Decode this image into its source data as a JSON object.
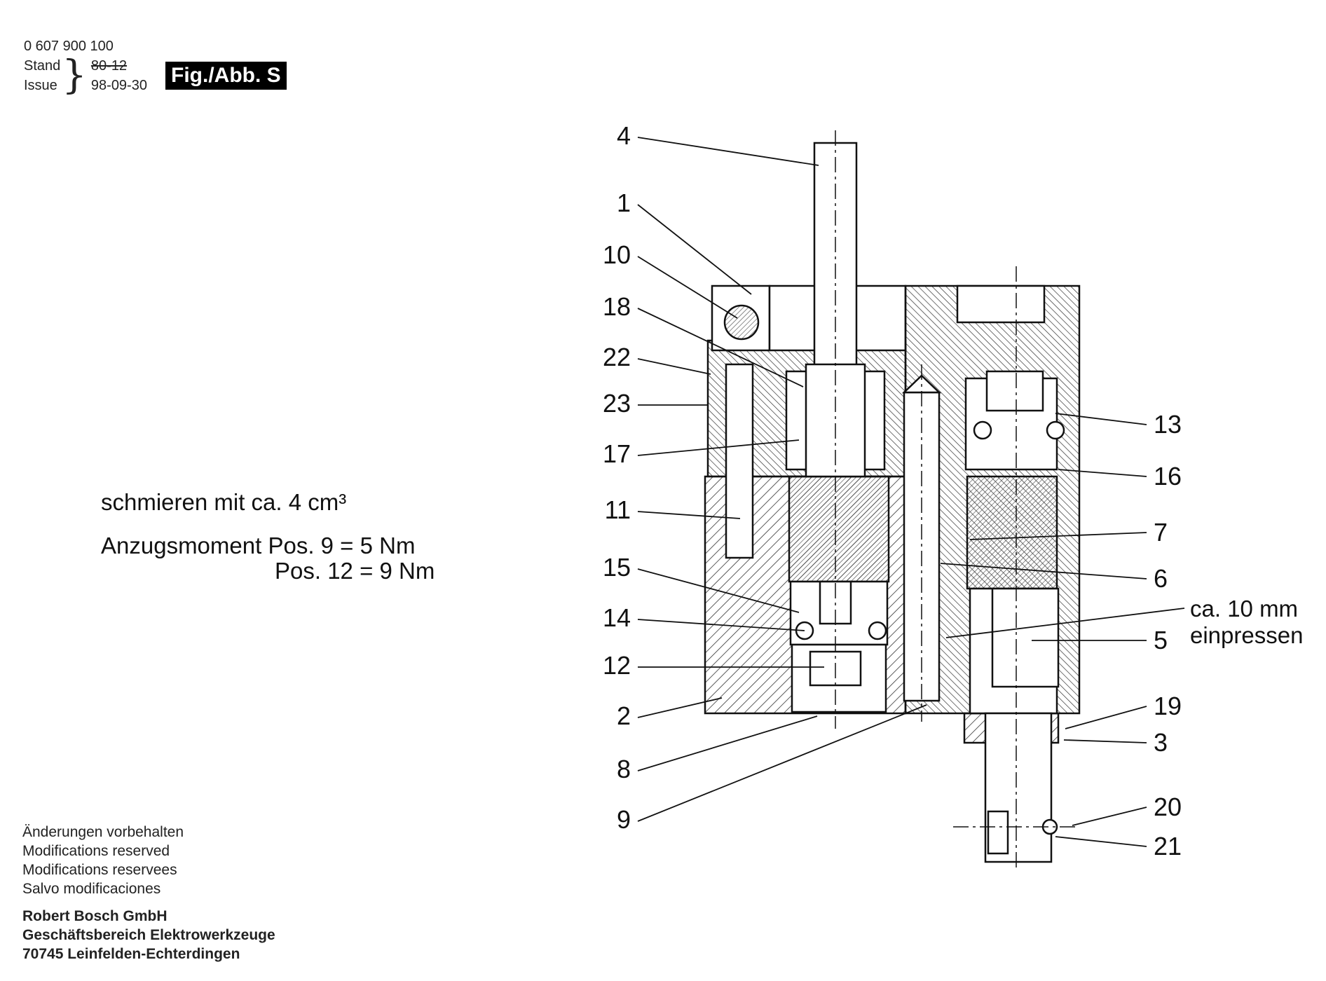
{
  "header": {
    "part_number": "0 607 900 100",
    "stand_label": "Stand",
    "issue_label": "Issue",
    "old_date": "80-12",
    "issue_date": "98-09-30",
    "figure_label": "Fig./Abb. S"
  },
  "notes": {
    "lubrication": "schmieren mit ca. 4 cm³",
    "torque_label": "Anzugsmoment",
    "torque_1": "Pos.   9 = 5 Nm",
    "torque_2": "Pos. 12 = 9 Nm"
  },
  "press_note": {
    "line1": "ca. 10 mm",
    "line2": "einpressen"
  },
  "callouts_left": [
    "4",
    "1",
    "10",
    "18",
    "22",
    "23",
    "17",
    "11",
    "15",
    "14",
    "12",
    "2",
    "8",
    "9"
  ],
  "callouts_right": [
    "13",
    "16",
    "7",
    "6",
    "5",
    "19",
    "3",
    "20",
    "21"
  ],
  "footer": {
    "modifications": [
      "Änderungen vorbehalten",
      "Modifications reserved",
      "Modifications reservees",
      "Salvo modificaciones"
    ],
    "company": [
      "Robert Bosch GmbH",
      "Geschäftsbereich Elektrowerkzeuge",
      "70745 Leinfelden-Echterdingen"
    ]
  }
}
